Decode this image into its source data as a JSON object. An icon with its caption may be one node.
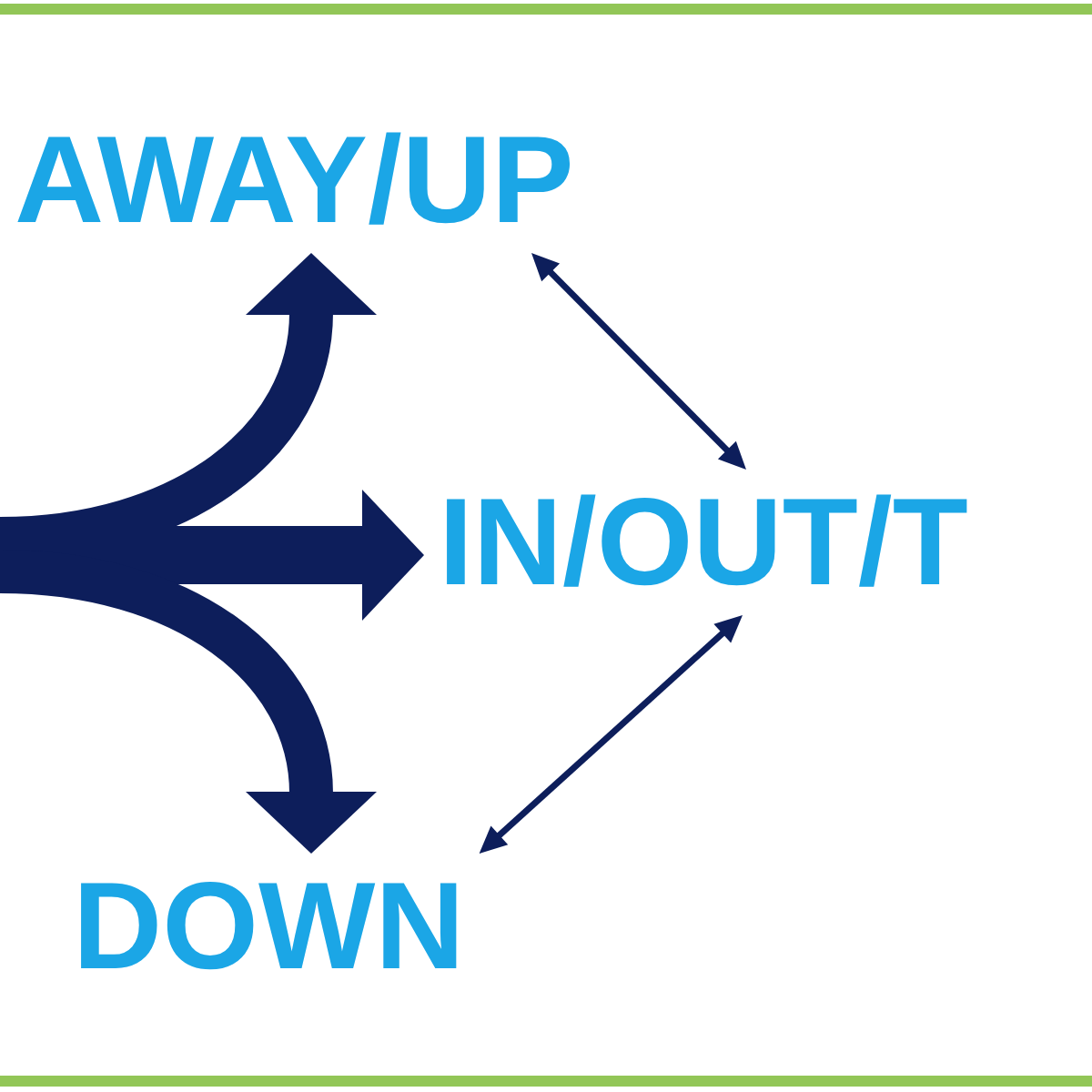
{
  "diagram": {
    "nodes": [
      {
        "text": [
          "AWAY/UP"
        ]
      },
      {
        "text": [
          "IN/OUT/T"
        ]
      },
      {
        "text": [
          "DOWN"
        ]
      }
    ],
    "edges": [
      {
        "from": null,
        "to": 0,
        "arrow": "to"
      },
      {
        "from": null,
        "to": 1,
        "arrow": "to"
      },
      {
        "from": null,
        "to": 2,
        "arrow": "to"
      },
      {
        "from": 0,
        "to": 1,
        "arrow": "both"
      },
      {
        "from": 1,
        "to": 2,
        "arrow": "both"
      }
    ]
  }
}
